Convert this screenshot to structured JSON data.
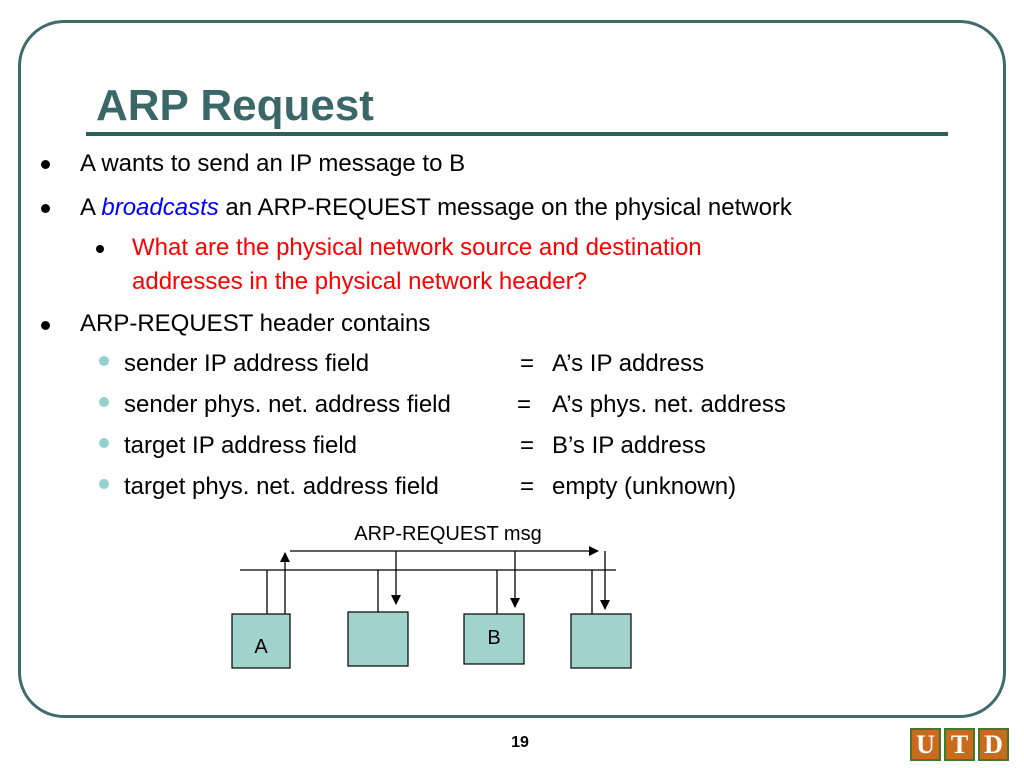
{
  "slide": {
    "title": "ARP Request",
    "page_number": "19"
  },
  "bullets": [
    {
      "text": "A wants to send an IP message to B"
    },
    {
      "prefix": "A ",
      "emphasis": "broadcasts",
      "suffix": " an ARP-REQUEST message on the physical network"
    }
  ],
  "question": {
    "line1": "What are the physical network source and destination",
    "line2": "addresses in the physical network header?"
  },
  "header_bullet": "ARP-REQUEST header contains",
  "fields": [
    {
      "name": "sender IP address field",
      "eq": "=",
      "value": "A’s IP address"
    },
    {
      "name": "sender phys. net. address field",
      "eq": "=",
      "value": "A’s phys. net. address"
    },
    {
      "name": "target IP address field",
      "eq": "=",
      "value": "B’s IP address"
    },
    {
      "name": "target phys. net. address field",
      "eq": "=",
      "value": "empty (unknown)"
    }
  ],
  "diagram": {
    "message_label": "ARP-REQUEST msg",
    "nodes": [
      {
        "label": "A"
      },
      {
        "label": ""
      },
      {
        "label": "B"
      },
      {
        "label": ""
      }
    ]
  },
  "logo": {
    "letters": [
      "U",
      "T",
      "D"
    ]
  },
  "colors": {
    "title": "#3a6767",
    "frame": "#3f6b6b",
    "question": "#ff0000",
    "emphasis": "#0000ff",
    "node_fill": "#9fd3cc",
    "sub_bullet": "#93d0cf",
    "logo_tile": "#cc6a1c",
    "logo_border": "#3d7a2a"
  }
}
